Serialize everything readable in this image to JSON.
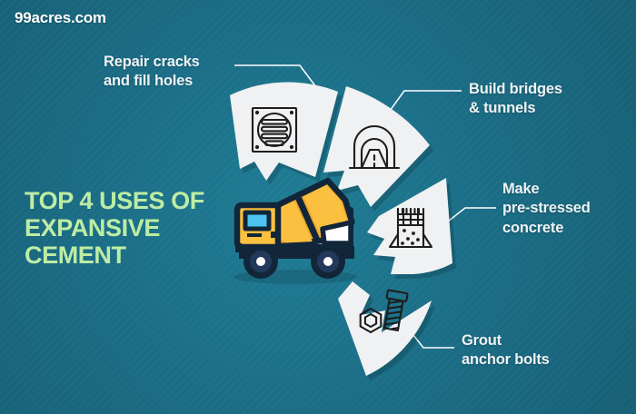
{
  "brand": {
    "logo_text": "99acres.com"
  },
  "headline": {
    "line1": "TOP 4 USES OF",
    "line2": "EXPANSIVE",
    "line3": "CEMENT"
  },
  "colors": {
    "background_teal": "#1b6e87",
    "headline_green": "#bdeda4",
    "segment_white": "#eff1f3",
    "label_white": "#eef2f3",
    "truck_yellow": "#fbc03f",
    "truck_orange": "#f0a92c",
    "truck_window_cyan": "#4cc3f0",
    "truck_outline_navy": "#12263a",
    "icon_stroke": "#1d1d1d"
  },
  "center_graphic": {
    "name": "cement-mixer-truck",
    "description": "Yellow cement mixer truck with rotating drum"
  },
  "segments": [
    {
      "index": 1,
      "icon_name": "crack-repair-plate-icon",
      "label_line1": "Repair cracks",
      "label_line2": "and fill holes",
      "label_position": "top-left"
    },
    {
      "index": 2,
      "icon_name": "tunnel-icon",
      "label_line1": "Build bridges",
      "label_line2": "& tunnels",
      "label_position": "top-right"
    },
    {
      "index": 3,
      "icon_name": "concrete-pillar-icon",
      "label_line1": "Make",
      "label_line2": "pre-stressed",
      "label_line3": "concrete",
      "label_position": "right"
    },
    {
      "index": 4,
      "icon_name": "bolt-and-nut-icon",
      "label_line1": "Grout",
      "label_line2": "anchor bolts",
      "label_position": "bottom-right"
    }
  ]
}
